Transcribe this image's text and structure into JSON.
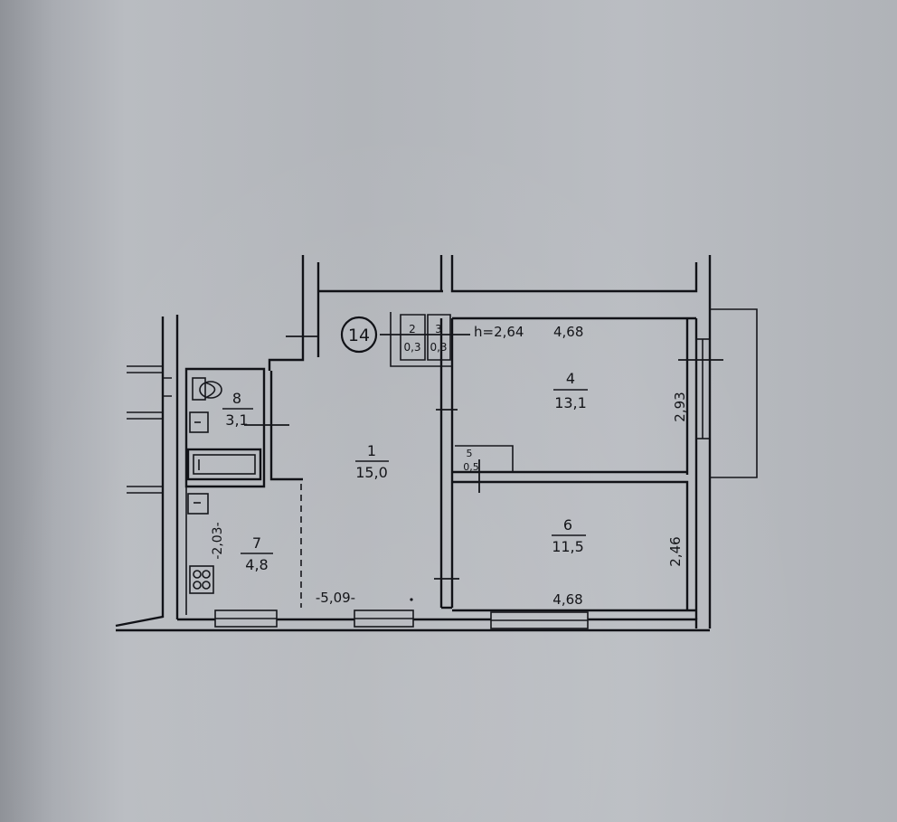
{
  "apartment_number": "14",
  "ceiling_height": "h=2,64",
  "rooms": [
    {
      "id": "1",
      "area": "15,0"
    },
    {
      "id": "2",
      "area": "0,3"
    },
    {
      "id": "3",
      "area": "0,3"
    },
    {
      "id": "4",
      "area": "13,1"
    },
    {
      "id": "5",
      "area": "0,5"
    },
    {
      "id": "6",
      "area": "11,5"
    },
    {
      "id": "7",
      "area": "4,8"
    },
    {
      "id": "8",
      "area": "3,1"
    }
  ],
  "dimensions": {
    "room4_width": "4,68",
    "room4_depth": "2,93",
    "room6_width": "4,68",
    "room6_depth": "2,46",
    "room1_length": "-5,09-",
    "room7_depth": "-2,03-"
  },
  "colors": {
    "paper": "#b6b9be",
    "ink": "#141519"
  }
}
